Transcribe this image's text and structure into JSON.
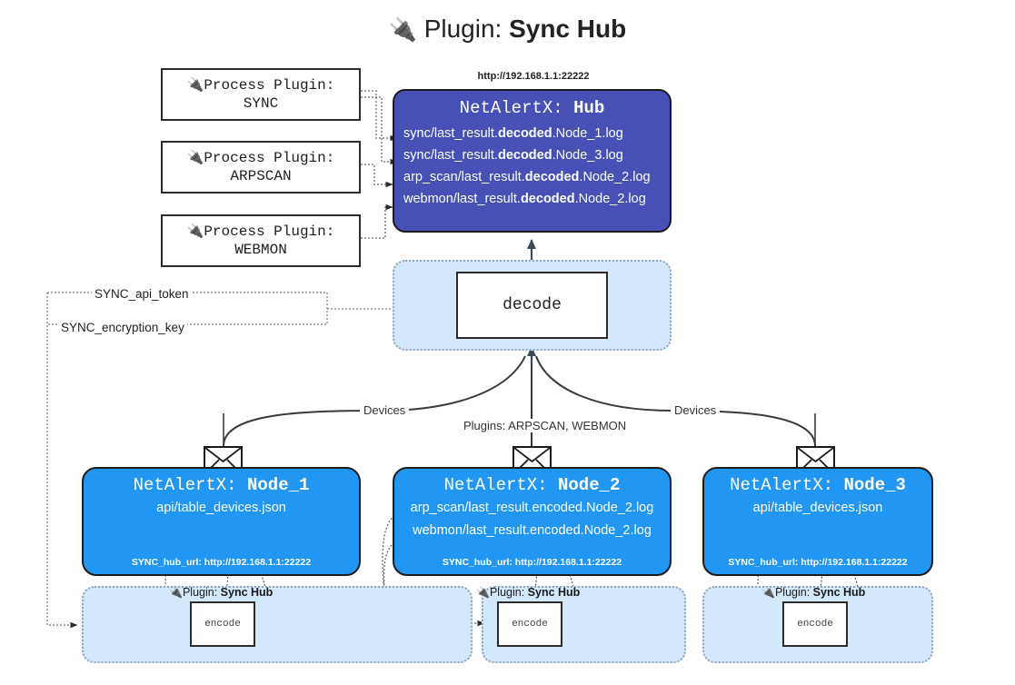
{
  "title": {
    "icon": "electric-plug-icon",
    "prefix": "Plugin:",
    "name": "Sync Hub"
  },
  "process_plugins": [
    {
      "icon": "electric-plug-icon",
      "line1": "Process Plugin:",
      "line2": "SYNC"
    },
    {
      "icon": "electric-plug-icon",
      "line1": "Process Plugin:",
      "line2": "ARPSCAN"
    },
    {
      "icon": "electric-plug-icon",
      "line1": "Process Plugin:",
      "line2": "WEBMON"
    }
  ],
  "hub": {
    "url": "http://192.168.1.1:22222",
    "title_prefix": "NetAlertX:",
    "title_name": "Hub",
    "lines": [
      {
        "pre": "sync/last_result.",
        "bold": "decoded",
        "post": ".Node_1.log"
      },
      {
        "pre": "sync/last_result.",
        "bold": "decoded",
        "post": ".Node_3.log"
      },
      {
        "pre": "arp_scan/last_result.",
        "bold": "decoded",
        "post": ".Node_2.log"
      },
      {
        "pre": "webmon/last_result.",
        "bold": "decoded",
        "post": ".Node_2.log"
      }
    ]
  },
  "decode": {
    "label": "decode"
  },
  "tokens": {
    "api_token": "SYNC_api_token",
    "encryption_key": "SYNC_encryption_key"
  },
  "edge_labels": {
    "devices_left": "Devices",
    "devices_right": "Devices",
    "plugins_center": "Plugins: ARPSCAN, WEBMON"
  },
  "nodes": [
    {
      "title_prefix": "NetAlertX:",
      "title_name": "Node_1",
      "lines": [
        "api/table_devices.json"
      ],
      "hub_url_label": "SYNC_hub_url: http://192.168.1.1:22222",
      "mail_icon": "envelope-icon"
    },
    {
      "title_prefix": "NetAlertX:",
      "title_name": "Node_2",
      "lines": [
        "arp_scan/last_result.encoded.Node_2.log",
        "webmon/last_result.encoded.Node_2.log"
      ],
      "hub_url_label": "SYNC_hub_url: http://192.168.1.1:22222",
      "mail_icon": "envelope-icon"
    },
    {
      "title_prefix": "NetAlertX:",
      "title_name": "Node_3",
      "lines": [
        "api/table_devices.json"
      ],
      "hub_url_label": "SYNC_hub_url: http://192.168.1.1:22222",
      "mail_icon": "envelope-icon"
    }
  ],
  "plugin_strips": [
    {
      "icon": "electric-plug-icon",
      "prefix": "Plugin:",
      "name": "Sync Hub",
      "encode_label": "encode"
    },
    {
      "icon": "electric-plug-icon",
      "prefix": "Plugin:",
      "name": "Sync Hub",
      "encode_label": "encode"
    },
    {
      "icon": "electric-plug-icon",
      "prefix": "Plugin:",
      "name": "Sync Hub",
      "encode_label": "encode"
    }
  ],
  "colors": {
    "hub_fill": "#4750b4",
    "node_fill": "#2196f3",
    "container_fill": "#d4e8fb",
    "stroke": "#1b1b1b",
    "dotted_stroke": "#8fa3b3"
  }
}
